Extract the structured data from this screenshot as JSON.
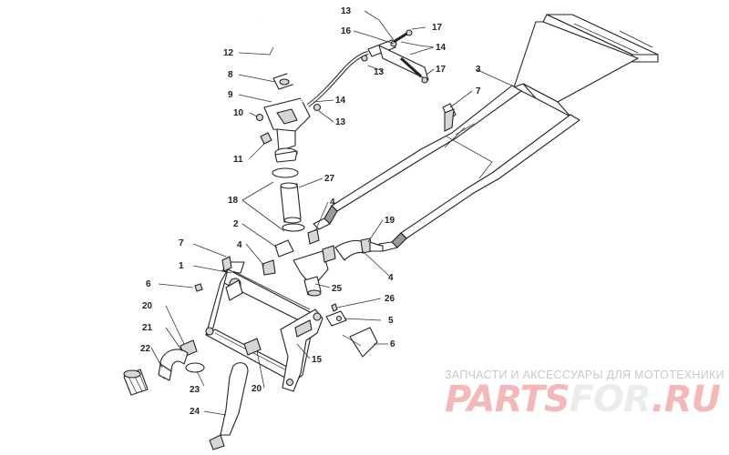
{
  "callouts": {
    "c1": "1",
    "c2": "2",
    "c3": "3",
    "c4a": "4",
    "c4b": "4",
    "c4c": "4",
    "c5": "5",
    "c6a": "6",
    "c6b": "6",
    "c7a": "7",
    "c7b": "7",
    "c8": "8",
    "c9": "9",
    "c10": "10",
    "c11": "11",
    "c12": "12",
    "c13a": "13",
    "c13b": "13",
    "c13c": "13",
    "c14a": "14",
    "c14b": "14",
    "c15": "15",
    "c16": "16",
    "c17a": "17",
    "c17b": "17",
    "c18": "18",
    "c19": "19",
    "c20a": "20",
    "c20b": "20",
    "c21": "21",
    "c22": "22",
    "c23": "23",
    "c24": "24",
    "c25": "25",
    "c26": "26",
    "c27": "27"
  },
  "watermark": {
    "subtitle": "ЗАПЧАСТИ И АКСЕССУАРЫ ДЛЯ МОТОТЕХНИКИ",
    "logo_part1": "PARTS",
    "logo_part2": "FOR",
    "logo_part3": ".RU"
  }
}
